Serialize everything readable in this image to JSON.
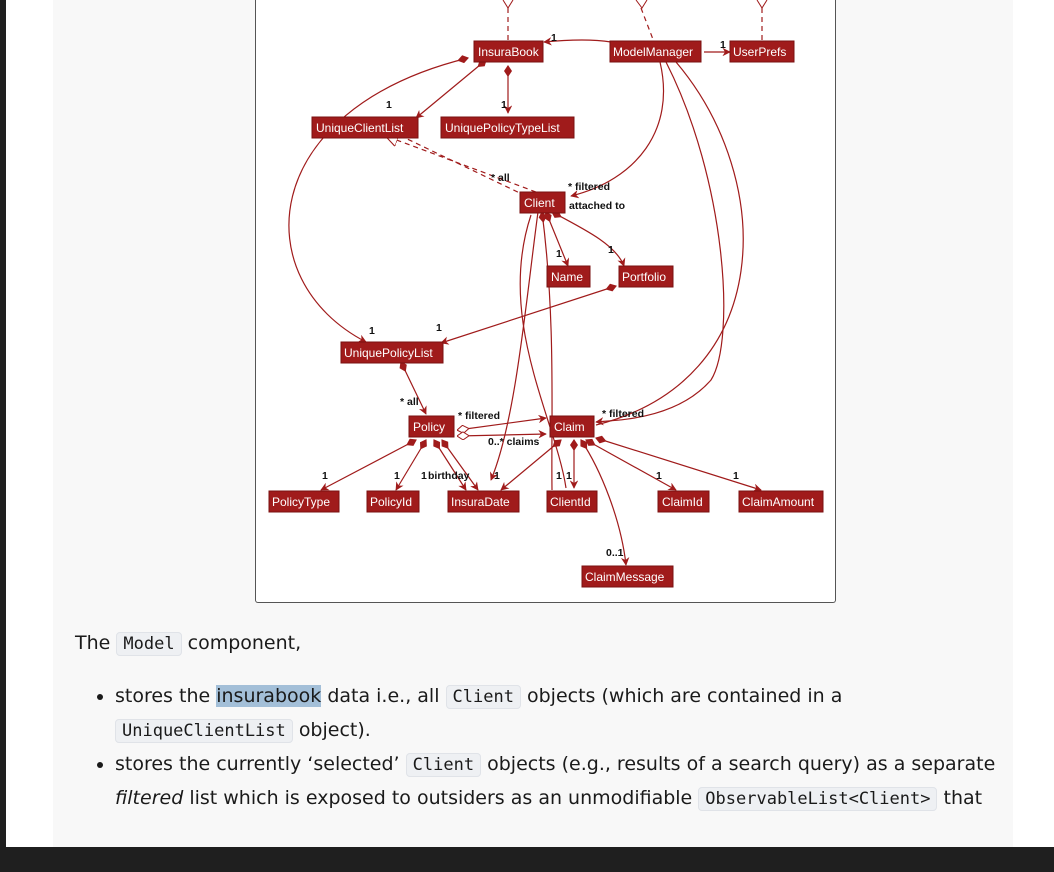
{
  "diagram": {
    "nodes": {
      "insurabook": "InsuraBook",
      "modelmanager": "ModelManager",
      "userprefs": "UserPrefs",
      "uniqueclientlist": "UniqueClientList",
      "uniquepolicytypelist": "UniquePolicyTypeList",
      "client": "Client",
      "name": "Name",
      "portfolio": "Portfolio",
      "uniquepolicylist": "UniquePolicyList",
      "policy": "Policy",
      "claim": "Claim",
      "policytype": "PolicyType",
      "policyid": "PolicyId",
      "insuradate": "InsuraDate",
      "clientid": "ClientId",
      "claimid": "ClaimId",
      "claimamount": "ClaimAmount",
      "claimmessage": "ClaimMessage"
    },
    "labels": {
      "one": "1",
      "all_client": "* all",
      "filtered_client": "* filtered",
      "attached_to": "attached to",
      "all_policy": "* all",
      "filtered_policy": "* filtered",
      "filtered_claim": "* filtered",
      "claims": "0..* claims",
      "birthday": "birthday",
      "zero_one": "0..1"
    },
    "colors": {
      "node_fill": "#a01b1b",
      "edge": "#a01b1b"
    }
  },
  "text": {
    "intro_pre": "The",
    "intro_code": "Model",
    "intro_post": "component,",
    "bullet1": {
      "pre": "stores the",
      "highlight": "insurabook",
      "mid": "data i.e., all",
      "code1": "Client",
      "mid2": "objects (which are contained in a",
      "code2": "UniqueClientList",
      "post": "object)."
    },
    "bullet2": {
      "pre": "stores the currently ‘selected’",
      "code1": "Client",
      "mid": "objects (e.g., results of a search query) as a separate",
      "em": "filtered",
      "mid2": "list which is exposed to outsiders as an unmodifiable",
      "code2": "ObservableList<Client>",
      "post": "that"
    }
  }
}
